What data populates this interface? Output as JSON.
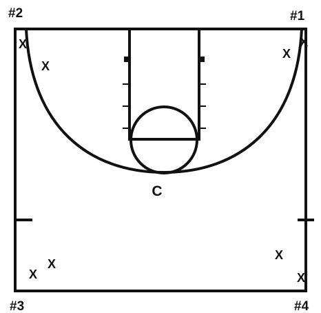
{
  "corners": {
    "top_left": "#2",
    "top_right": "#1",
    "bottom_left": "#3",
    "bottom_right": "#4"
  },
  "coach_label": "C",
  "player_marker": "X",
  "colors": {
    "line": "#111111",
    "background": "#ffffff"
  }
}
